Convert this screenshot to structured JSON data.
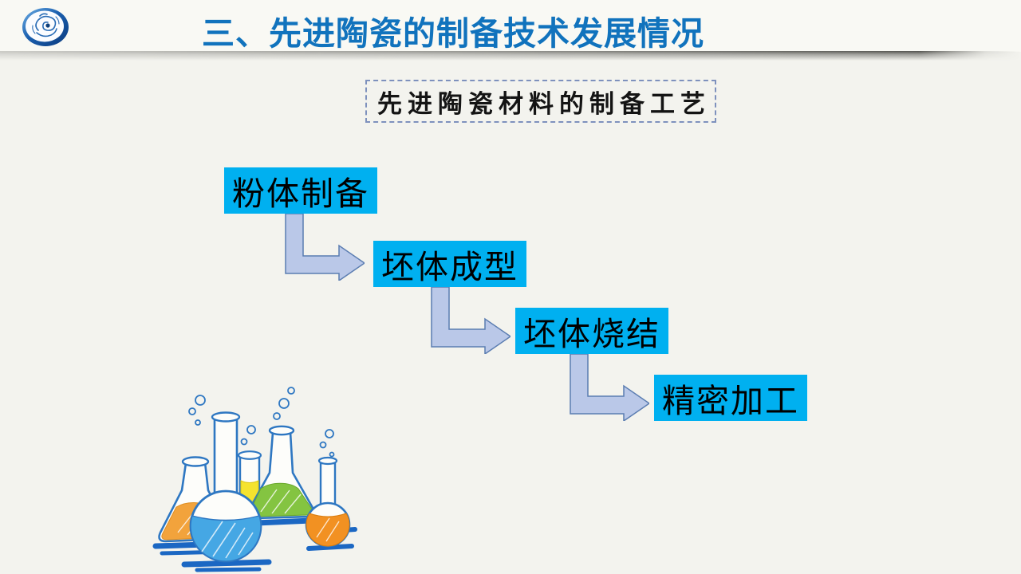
{
  "slide": {
    "header": {
      "title": "三、先进陶瓷的制备技术发展情况"
    },
    "subtitle_box": {
      "text": "先进陶瓷材料的制备工艺"
    },
    "flow": {
      "steps": [
        {
          "label": "粉体制备"
        },
        {
          "label": "坯体成型"
        },
        {
          "label": "坯体烧结"
        },
        {
          "label": "精密加工"
        }
      ]
    },
    "icons": {
      "logo": "blue-porcelain-dragon-emblem",
      "illustration": "hand-drawn-chemistry-flasks"
    },
    "colors": {
      "title": "#1173bd",
      "step_fill": "#00b0f0",
      "step_text": "#000000",
      "arrow_fill": "#bac8e8",
      "arrow_stroke": "#5b7db1",
      "background": "#f3f3ee",
      "header_background": "#f9f9f4",
      "dashed_border": "#7e91bd"
    }
  }
}
